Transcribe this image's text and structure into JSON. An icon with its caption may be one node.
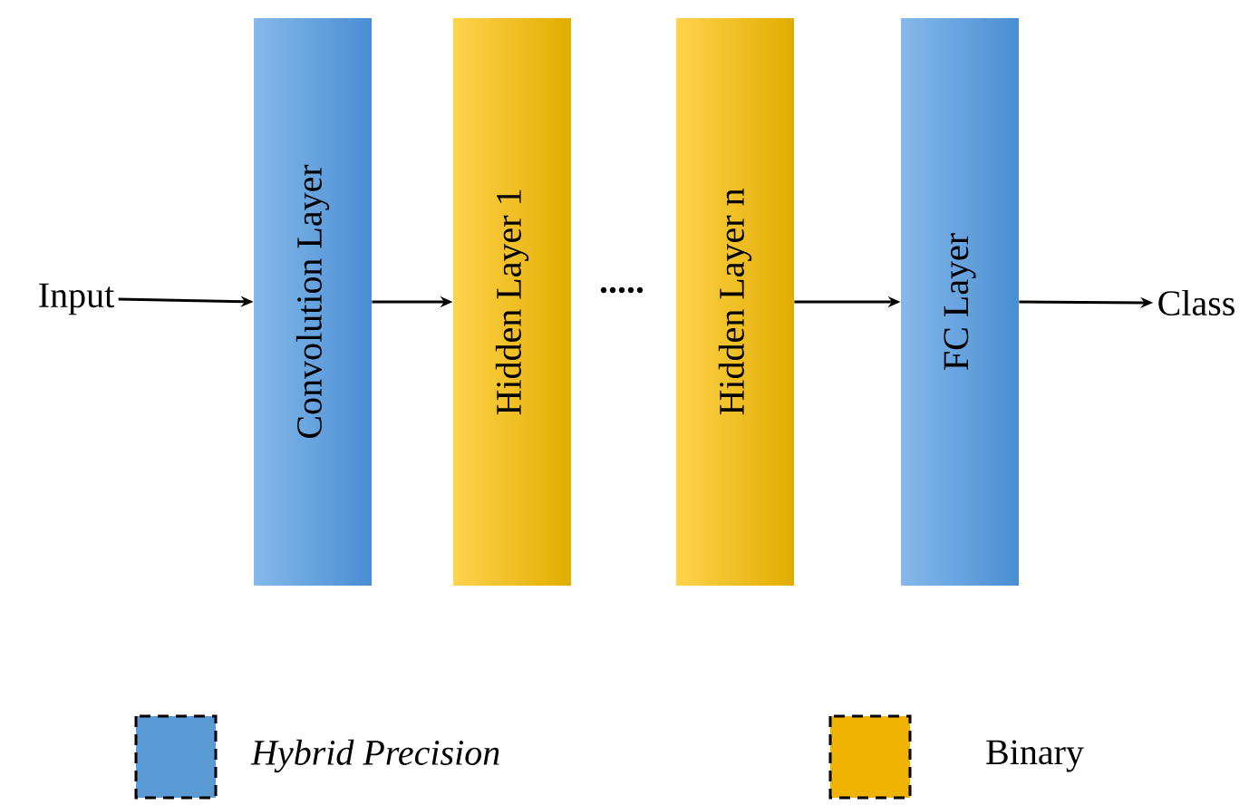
{
  "diagram": {
    "nodes": [
      {
        "text": [
          "Input"
        ]
      },
      {
        "text": [
          "Convolution Layer"
        ]
      },
      {
        "text": [
          "Hidden Layer 1"
        ]
      },
      {
        "text": [
          "Hidden Layer n"
        ]
      },
      {
        "text": [
          "FC Layer"
        ]
      },
      {
        "text": [
          "Class"
        ]
      }
    ],
    "edges": [
      {
        "from": 0,
        "to": 1,
        "arrow": "to"
      },
      {
        "from": 1,
        "to": 2,
        "arrow": "to"
      },
      {
        "from": 3,
        "to": 4,
        "arrow": "to"
      },
      {
        "from": 4,
        "to": 5,
        "arrow": "to"
      }
    ],
    "labels": [
      "....."
    ],
    "legend": [
      {
        "text": "Hybrid Precision",
        "color": "#5b9bd5"
      },
      {
        "text": "Binary",
        "color": "#f0b400"
      }
    ]
  }
}
